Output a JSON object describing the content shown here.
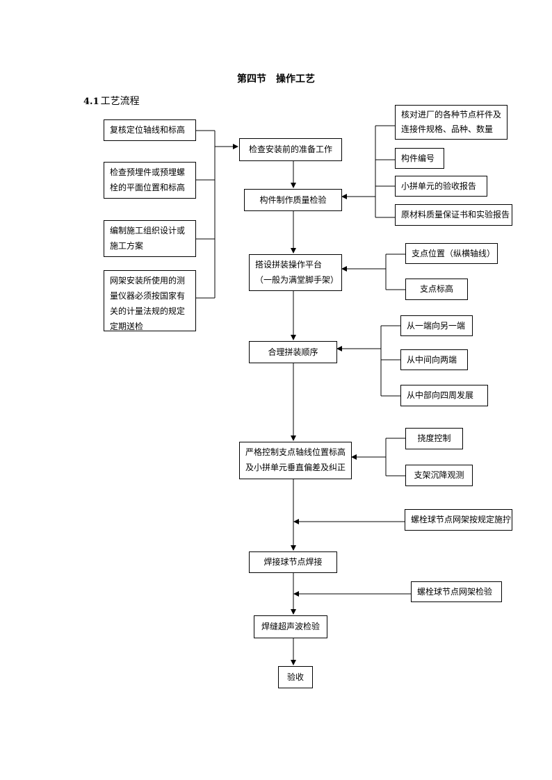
{
  "page_title": "第四节　操作工艺",
  "section": {
    "number": "4.1",
    "title": "工艺流程"
  },
  "left_inputs": [
    {
      "text": "复核定位轴线和标高"
    },
    {
      "text": "检查预埋件或预埋螺栓的平面位置和标高"
    },
    {
      "text": "编制施工组织设计或施工方案"
    },
    {
      "text": "网架安装所使用的测量仪器必须按国家有关的计量法规的规定定期送检"
    }
  ],
  "main_steps": [
    {
      "text": "检查安装前的准备工作"
    },
    {
      "text": "构件制作质量检验"
    },
    {
      "text": "搭设拼装操作平台（一般为满堂脚手架）"
    },
    {
      "text": "合理拼装顺序"
    },
    {
      "text": "严格控制支点轴线位置标高及小拼单元垂直偏差及纠正"
    },
    {
      "text": "焊接球节点焊接"
    },
    {
      "text": "焊缝超声波检验"
    },
    {
      "text": "验收"
    }
  ],
  "side_groups": {
    "quality_check": [
      {
        "text": "核对进厂的各种节点杆件及连接件规格、品种、数量"
      },
      {
        "text": "构件编号"
      },
      {
        "text": "小拼单元的验收报告"
      },
      {
        "text": "原材料质量保证书和实验报告"
      }
    ],
    "platform": [
      {
        "text": "支点位置（纵横轴线）"
      },
      {
        "text": "支点标高"
      }
    ],
    "sequence": [
      {
        "text": "从一端向另一端"
      },
      {
        "text": "从中间向两端"
      },
      {
        "text": "从中部向四周发展"
      }
    ],
    "control": [
      {
        "text": "挠度控制"
      },
      {
        "text": "支架沉降观测"
      }
    ],
    "bolt_construction": {
      "text": "螺栓球节点网架按规定施拧"
    },
    "bolt_inspection": {
      "text": "螺栓球节点网架检验"
    }
  }
}
